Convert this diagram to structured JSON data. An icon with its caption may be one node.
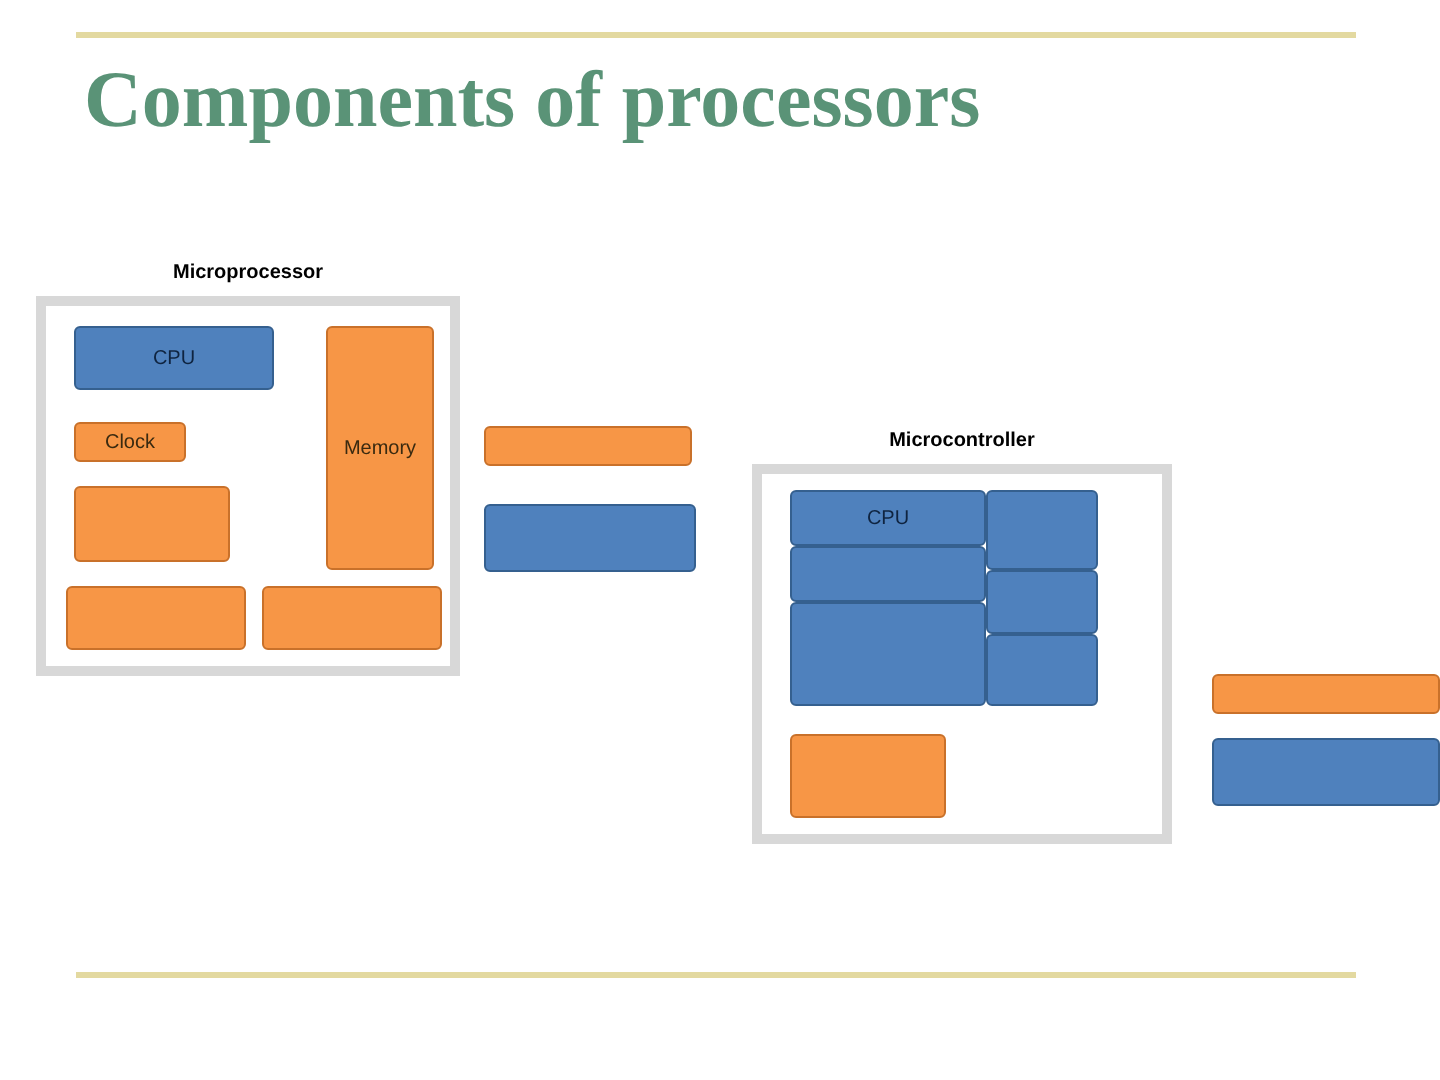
{
  "diagram": {
    "title": "Components of processors",
    "nodes": [
      {
        "text": [
          "Microprocessor"
        ]
      },
      {
        "text": [
          "CPU"
        ],
        "in": 0
      },
      {
        "text": [
          "Clock"
        ],
        "in": 0
      },
      {
        "text": [],
        "shape": "box",
        "in": 0
      },
      {
        "text": [
          "Memory"
        ],
        "in": 0
      },
      {
        "text": [],
        "shape": "box",
        "in": 0
      },
      {
        "text": [],
        "shape": "box",
        "in": 0
      },
      {
        "text": [],
        "shape": "box"
      },
      {
        "text": [],
        "shape": "box"
      },
      {
        "text": [
          "Microcontroller"
        ]
      },
      {
        "text": [
          "CPU"
        ],
        "in": 9
      },
      {
        "text": [],
        "shape": "box",
        "in": 9
      },
      {
        "text": [],
        "shape": "box",
        "in": 9
      },
      {
        "text": [],
        "shape": "box",
        "in": 9
      },
      {
        "text": [],
        "shape": "box",
        "in": 9
      },
      {
        "text": [],
        "shape": "box",
        "in": 9
      },
      {
        "text": [],
        "shape": "box",
        "in": 9
      },
      {
        "text": [],
        "shape": "box"
      },
      {
        "text": [],
        "shape": "box"
      }
    ],
    "edges": []
  }
}
